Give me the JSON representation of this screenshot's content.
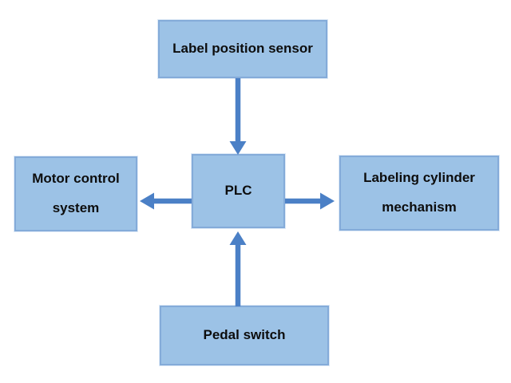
{
  "diagram": {
    "colors": {
      "background": "#ffffff",
      "node_fill": "#9cc2e6",
      "node_border": "#84abd9",
      "arrow": "#4b80c6",
      "text": "#0d0d0d"
    },
    "nodes": {
      "sensor": {
        "label": "Label position sensor"
      },
      "motor": {
        "label": "Motor control system"
      },
      "plc": {
        "label": "PLC"
      },
      "cylinder": {
        "label": "Labeling cylinder mechanism"
      },
      "pedal": {
        "label": "Pedal switch"
      }
    },
    "connections": [
      {
        "from": "sensor",
        "to": "plc",
        "direction": "down"
      },
      {
        "from": "plc",
        "to": "motor",
        "direction": "left"
      },
      {
        "from": "plc",
        "to": "cylinder",
        "direction": "right"
      },
      {
        "from": "pedal",
        "to": "plc",
        "direction": "up"
      }
    ]
  }
}
